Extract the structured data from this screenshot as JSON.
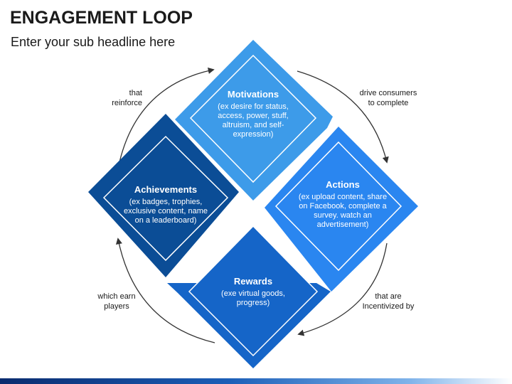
{
  "header": {
    "title": "ENGAGEMENT LOOP",
    "subtitle": "Enter your sub headline here"
  },
  "colors": {
    "motivations": "#3d9be9",
    "actions": "#2a86f0",
    "rewards": "#1565c8",
    "achievements": "#0b4d96",
    "outline": "#ffffff",
    "arrow": "#333333"
  },
  "nodes": {
    "motivations": {
      "title": "Motivations",
      "lines": [
        "(ex desire for status,",
        "access, power, stuff,",
        "altruism, and self-",
        "expression)"
      ]
    },
    "actions": {
      "title": "Actions",
      "lines": [
        "(ex upload content, share",
        "on Facebook, complete a",
        "survey. watch an",
        "advertisement)"
      ]
    },
    "rewards": {
      "title": "Rewards",
      "lines": [
        "(exe virtual goods,",
        "progress)"
      ]
    },
    "achievements": {
      "title": "Achievements",
      "lines": [
        "(ex badges, trophies,",
        "exclusive content, name",
        "on a leaderboard)"
      ]
    }
  },
  "connectors": {
    "top_right": [
      "drive consumers",
      "to complete"
    ],
    "bottom_right": [
      "that are",
      "Incentivized by"
    ],
    "bottom_left": [
      "which earn",
      "players"
    ],
    "top_left": [
      "that",
      "reinforce"
    ]
  }
}
